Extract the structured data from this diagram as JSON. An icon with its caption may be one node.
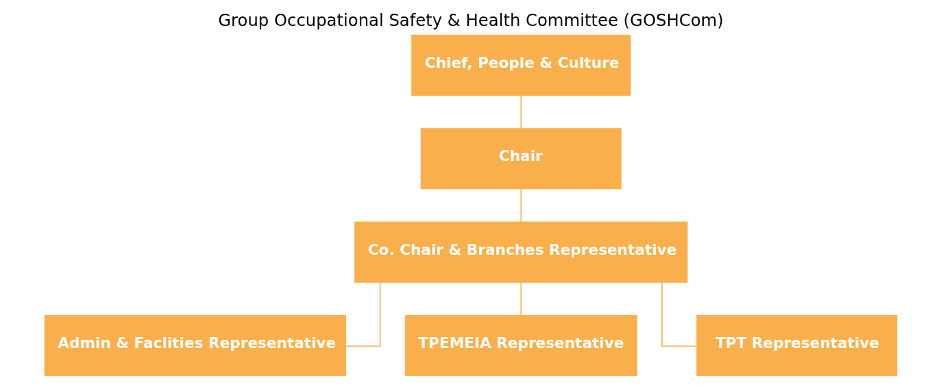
{
  "diagram": {
    "title": "Group Occupational Safety & Health Committee (GOSHCom)",
    "nodes": [
      {
        "text": [
          "Chief, People & Culture"
        ]
      },
      {
        "text": [
          "Chair"
        ]
      },
      {
        "text": [
          "Co. Chair & Branches Representative"
        ]
      },
      {
        "text": [
          "Admin & Faclities Representative"
        ]
      },
      {
        "text": [
          "TPEMEIA Representative"
        ]
      },
      {
        "text": [
          "TPT Representative"
        ]
      }
    ],
    "edges": [
      {
        "from": 0,
        "to": 1,
        "arrow": "none"
      },
      {
        "from": 1,
        "to": 2,
        "arrow": "none"
      },
      {
        "from": 2,
        "to": 3,
        "arrow": "none"
      },
      {
        "from": 2,
        "to": 4,
        "arrow": "none"
      },
      {
        "from": 2,
        "to": 5,
        "arrow": "none"
      }
    ]
  }
}
